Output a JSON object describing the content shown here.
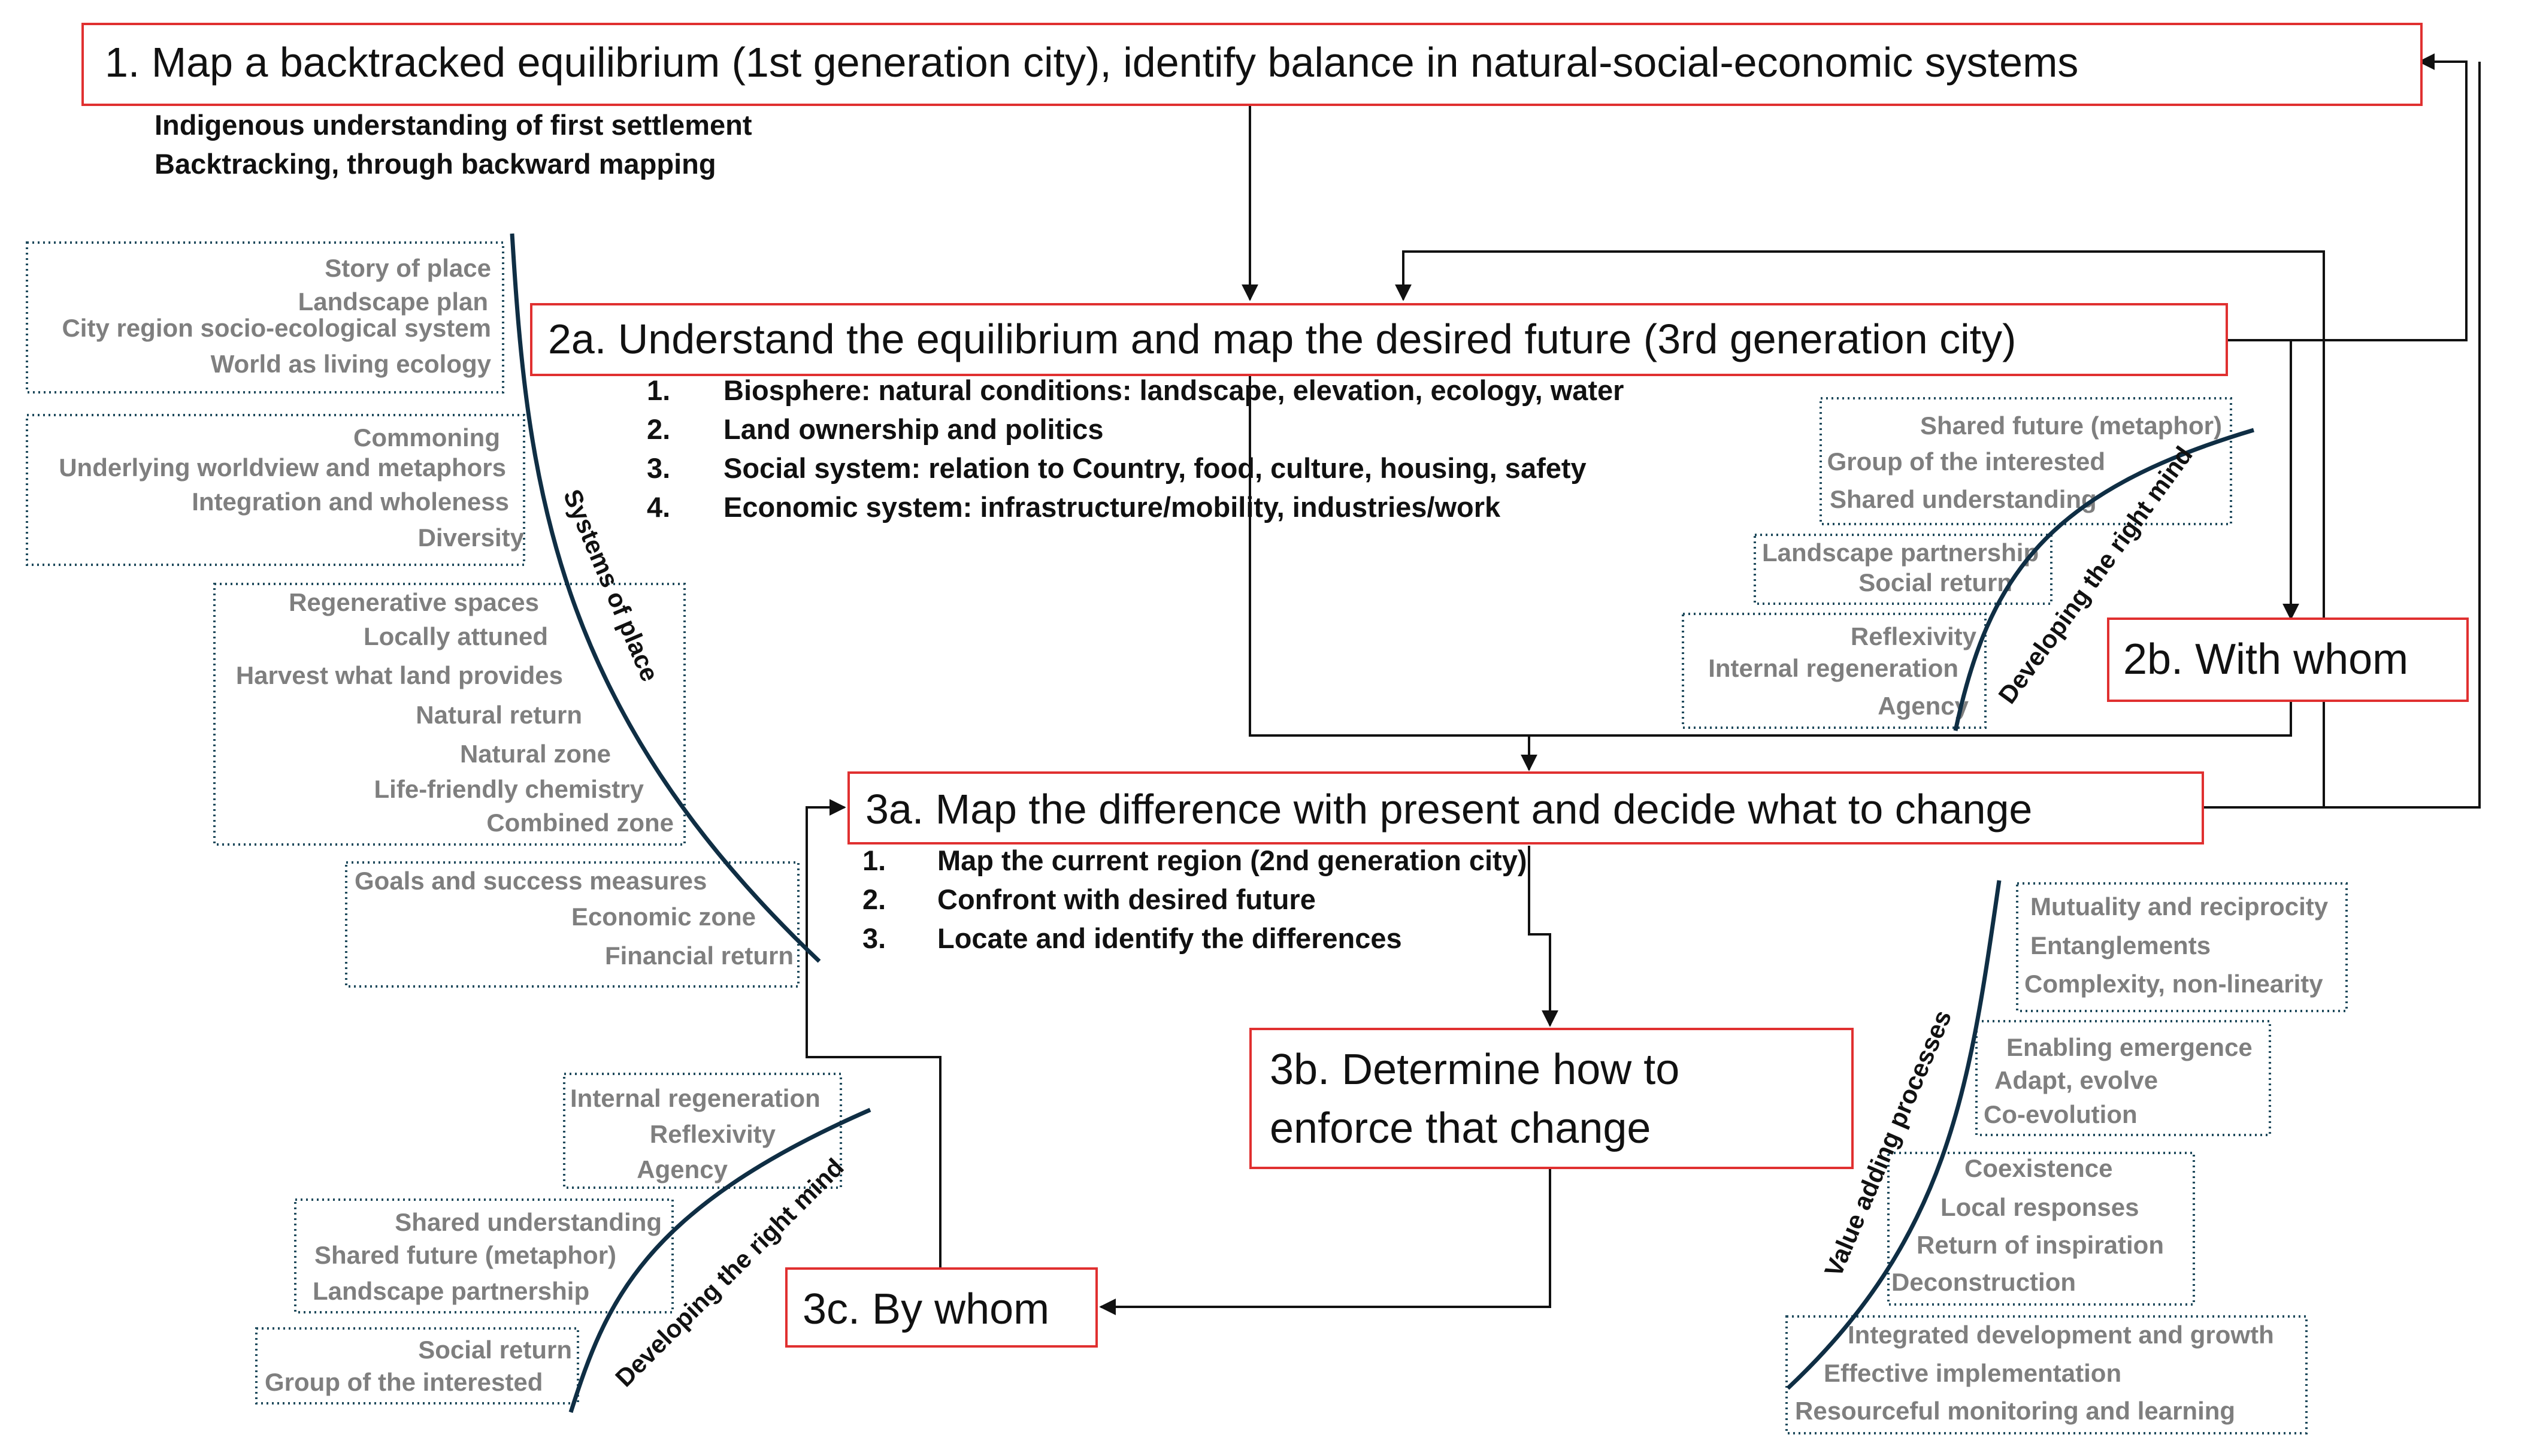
{
  "steps": {
    "s1": "1. Map a backtracked equilibrium (1st generation city), identify balance in natural-social-economic systems",
    "s2a": "2a. Understand the equilibrium and map the desired future (3rd generation city)",
    "s2b": "2b. With whom",
    "s3a": "3a. Map the difference with present and decide what to change",
    "s3b_line1": "3b. Determine how to",
    "s3b_line2": "enforce that change",
    "s3c": "3c. By whom"
  },
  "notes": {
    "s1": [
      "Indigenous understanding of first settlement",
      "Backtracking, through backward mapping"
    ],
    "s2a": [
      {
        "num": "1.",
        "text": "Biosphere: natural conditions: landscape, elevation, ecology, water"
      },
      {
        "num": "2.",
        "text": "Land ownership and politics"
      },
      {
        "num": "3.",
        "text": "Social system: relation to Country, food, culture, housing, safety"
      },
      {
        "num": "4.",
        "text": "Economic system: infrastructure/mobility, industries/work"
      }
    ],
    "s3a": [
      {
        "num": "1.",
        "text": "Map the current region (2nd generation city)"
      },
      {
        "num": "2.",
        "text": "Confront with desired future"
      },
      {
        "num": "3.",
        "text": "Locate and identify the differences"
      }
    ]
  },
  "curves": {
    "systems_of_place": "Systems of place",
    "developing_right_mind_top": "Developing the right mind",
    "developing_right_mind_bottom": "Developing the right mind",
    "value_adding": "Value adding processes"
  },
  "groups": {
    "sop_a": [
      "Story of place",
      "Landscape plan",
      "City region socio-ecological system",
      "World as living ecology"
    ],
    "sop_b": [
      "Commoning",
      "Underlying worldview and metaphors",
      "Integration and wholeness",
      "Diversity"
    ],
    "sop_c": [
      "Regenerative spaces",
      "Locally attuned",
      "Harvest what land provides",
      "Natural return",
      "Natural zone",
      "Life-friendly chemistry",
      "Combined zone"
    ],
    "sop_d": [
      "Goals and success measures",
      "Economic zone",
      "Financial return"
    ],
    "drm_top_a": [
      "Shared future (metaphor)",
      "Group of the interested",
      "Shared understanding"
    ],
    "drm_top_b": [
      "Landscape partnership",
      "Social return"
    ],
    "drm_top_c": [
      "Reflexivity",
      "Internal regeneration",
      "Agency"
    ],
    "drm_bot_a": [
      "Internal regeneration",
      "Reflexivity",
      "Agency"
    ],
    "drm_bot_b": [
      "Shared understanding",
      "Shared future (metaphor)",
      "Landscape partnership"
    ],
    "drm_bot_c": [
      "Social return",
      "Group of the interested"
    ],
    "vap_a": [
      "Mutuality and reciprocity",
      "Entanglements",
      "Complexity, non-linearity"
    ],
    "vap_b": [
      "Enabling emergence",
      "Adapt, evolve",
      "Co-evolution"
    ],
    "vap_c": [
      "Coexistence",
      "Local responses",
      "Return of inspiration",
      "Deconstruction"
    ],
    "vap_d": [
      "Integrated development and growth",
      "Effective implementation",
      "Resourceful monitoring and learning"
    ]
  }
}
